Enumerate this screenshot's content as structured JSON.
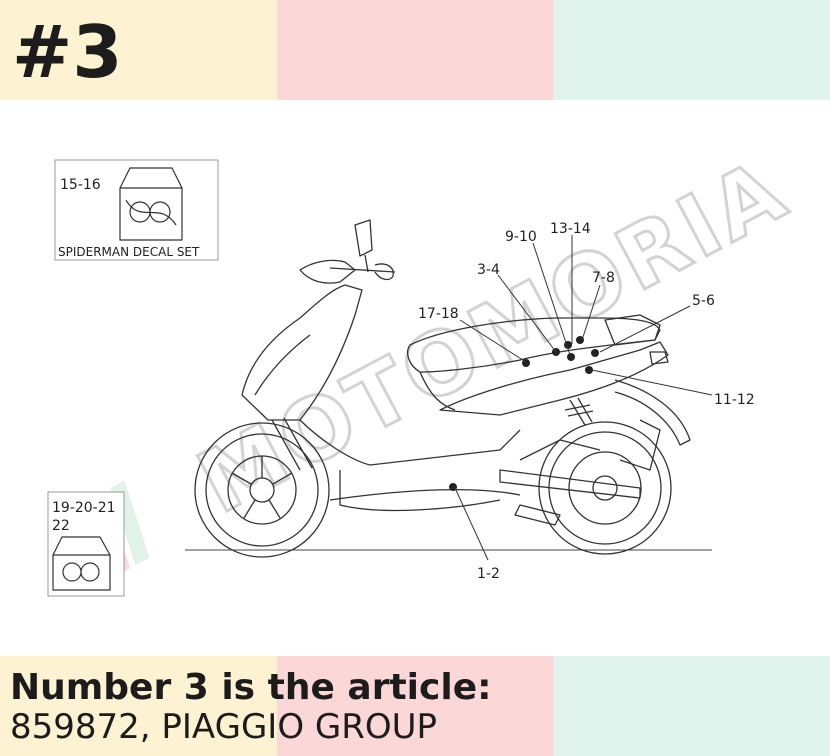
{
  "header": {
    "badge": "#3",
    "band_colors": [
      "#fdf3d3",
      "#fbd7d7",
      "#e0f3ec"
    ]
  },
  "diagram": {
    "callouts": [
      {
        "id": "1-2",
        "label": "1-2"
      },
      {
        "id": "3-4",
        "label": "3-4"
      },
      {
        "id": "5-6",
        "label": "5-6"
      },
      {
        "id": "7-8",
        "label": "7-8"
      },
      {
        "id": "9-10",
        "label": "9-10"
      },
      {
        "id": "11-12",
        "label": "11-12"
      },
      {
        "id": "13-14",
        "label": "13-14"
      },
      {
        "id": "15-16",
        "label": "15-16"
      },
      {
        "id": "17-18",
        "label": "17-18"
      },
      {
        "id": "19-22",
        "label": "19-20-21"
      },
      {
        "id": "22",
        "label": "22"
      }
    ],
    "decal_set_caption": "SPIDERMAN DECAL SET",
    "watermark": "MOTOMORIA",
    "line_color": "#333333"
  },
  "footer": {
    "headline": "Number 3 is the article:",
    "detail": "859872, PIAGGIO GROUP",
    "band_colors": [
      "#fdf3d3",
      "#fbd7d7",
      "#e0f3ec"
    ]
  }
}
